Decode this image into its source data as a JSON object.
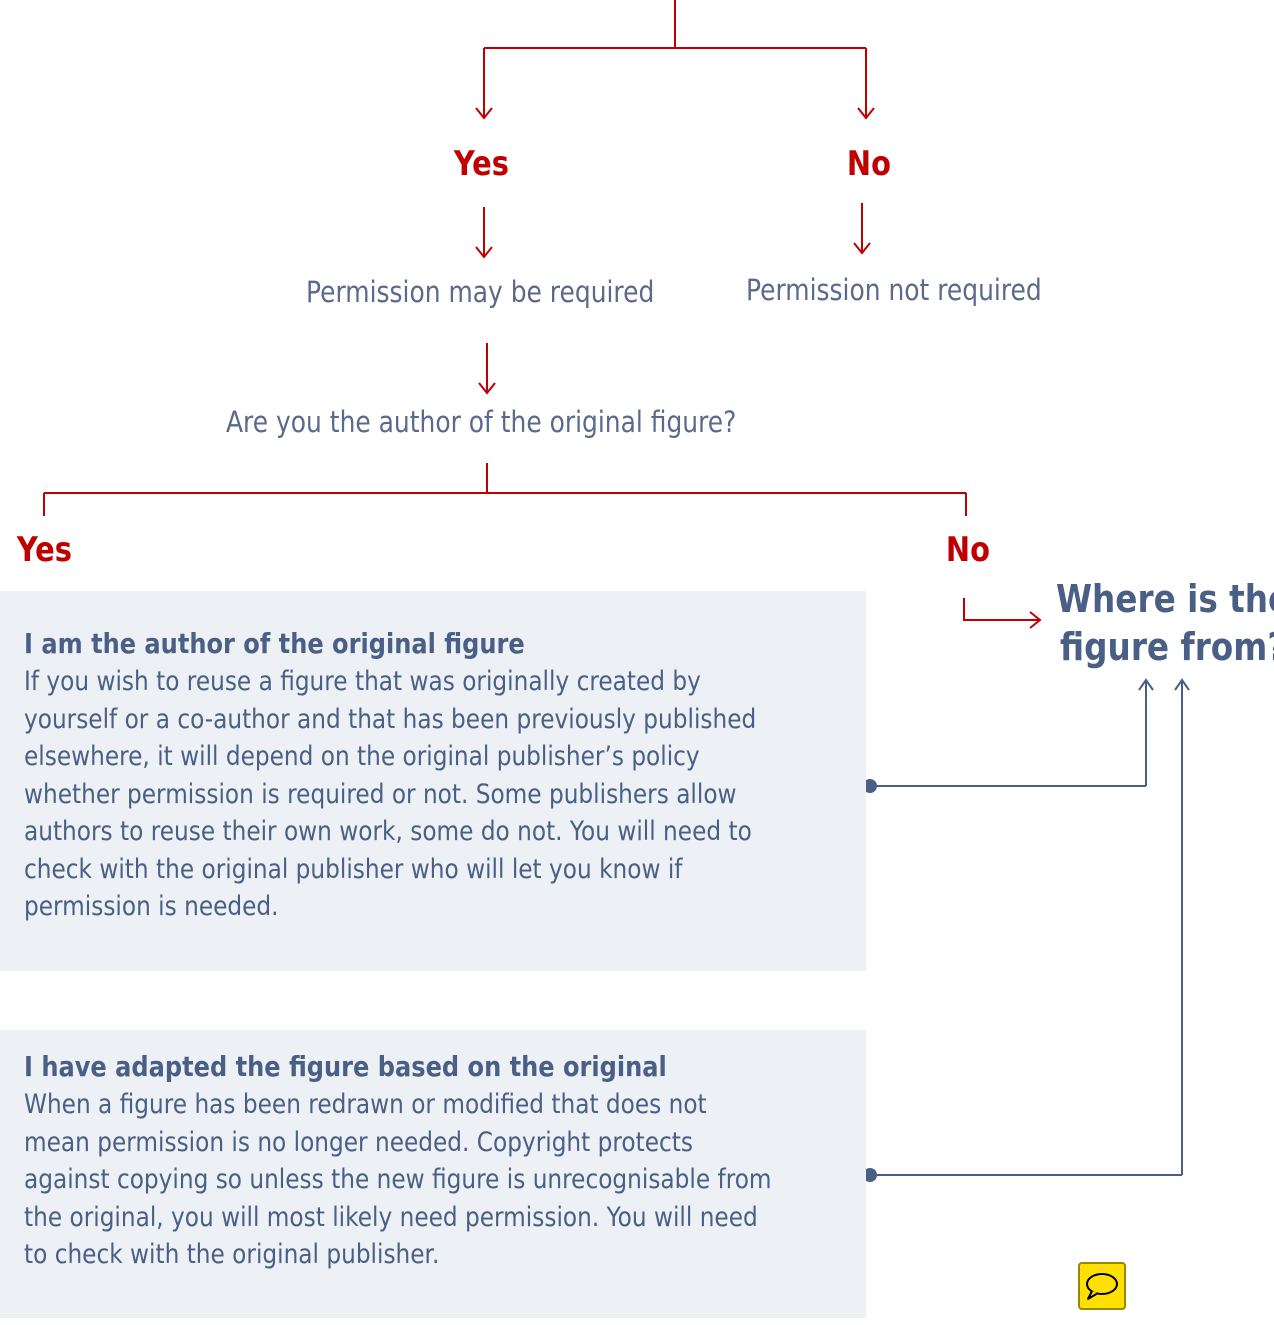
{
  "branch1": {
    "yes": "Yes",
    "no": "No"
  },
  "yes_result": "Permission may be required",
  "no_result": "Permission not required",
  "question": "Are you the author of the original figure?",
  "branch2": {
    "yes": "Yes",
    "no": "No"
  },
  "target_question": {
    "line1": "Where is the",
    "line2": "figure from?"
  },
  "cards": [
    {
      "title": "I am the author of the original figure",
      "lines": [
        "If you wish to reuse a figure that was originally created by",
        "yourself or a co-author and that has been previously published",
        "elsewhere, it will depend on the original publisher’s policy",
        "whether permission is required or not. Some publishers allow",
        "authors to reuse their own work, some do not. You will need to",
        "check with the original publisher who will let you know if",
        "permission is needed."
      ]
    },
    {
      "title": "I have adapted the figure based on the original",
      "lines": [
        "When a figure has been redrawn or modified that does not",
        "mean permission is no longer needed. Copyright protects",
        "against copying so unless the new figure is unrecognisable from",
        "the original, you will most likely need permission. You will need",
        "to check with the original publisher."
      ]
    }
  ],
  "colors": {
    "red": "#c00000",
    "slate": "#4a5f85",
    "card_bg": "#edf0f4",
    "comment_icon": "#ffe000"
  },
  "icons": [
    "comment-icon"
  ]
}
